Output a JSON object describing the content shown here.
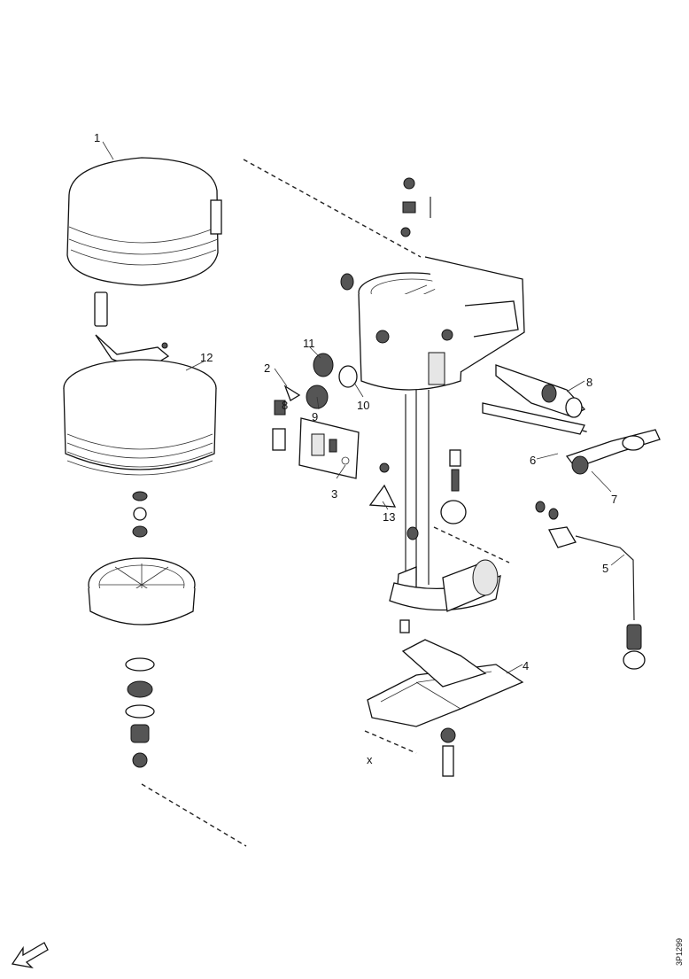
{
  "callouts": {
    "c1": "1",
    "c2": "2",
    "c3": "3",
    "c4": "4",
    "c5": "5",
    "c6": "6",
    "c7": "7",
    "c8": "8",
    "c9": "9",
    "c10": "10",
    "c11": "11",
    "c12": "12",
    "c13": "13",
    "c8b": "8",
    "cx": "x"
  },
  "drawing_code": "3P1299"
}
